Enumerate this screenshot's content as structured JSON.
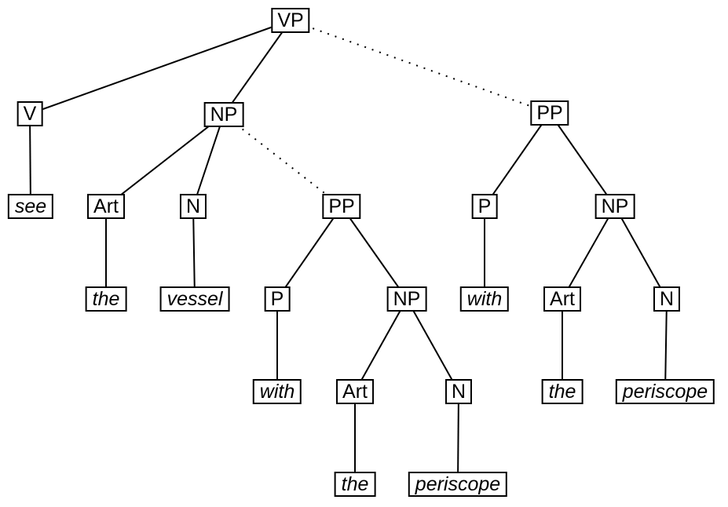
{
  "diagram": {
    "title": "parse-tree",
    "sentence_words": [
      "see",
      "the",
      "vessel",
      "with",
      "the",
      "periscope"
    ],
    "colors": {
      "background": "#ffffff",
      "line": "#000000",
      "box_border": "#000000",
      "text": "#000000"
    },
    "nodes": {
      "vp": {
        "label": "VP"
      },
      "v": {
        "label": "V"
      },
      "np1": {
        "label": "NP"
      },
      "pp2": {
        "label": "PP"
      },
      "see": {
        "label": "see"
      },
      "art1": {
        "label": "Art"
      },
      "n1": {
        "label": "N"
      },
      "pp1": {
        "label": "PP"
      },
      "p2": {
        "label": "P"
      },
      "np3": {
        "label": "NP"
      },
      "the1": {
        "label": "the"
      },
      "vessel": {
        "label": "vessel"
      },
      "p1": {
        "label": "P"
      },
      "np2": {
        "label": "NP"
      },
      "with2": {
        "label": "with"
      },
      "art3": {
        "label": "Art"
      },
      "n3": {
        "label": "N"
      },
      "with1": {
        "label": "with"
      },
      "art2": {
        "label": "Art"
      },
      "n2": {
        "label": "N"
      },
      "the3": {
        "label": "the"
      },
      "periscope2": {
        "label": "periscope"
      },
      "the2": {
        "label": "the"
      },
      "periscope1": {
        "label": "periscope"
      }
    },
    "edges": [
      {
        "from": "vp",
        "to": "v",
        "style": "solid"
      },
      {
        "from": "vp",
        "to": "np1",
        "style": "solid"
      },
      {
        "from": "vp",
        "to": "pp2",
        "style": "dotted"
      },
      {
        "from": "v",
        "to": "see",
        "style": "solid"
      },
      {
        "from": "np1",
        "to": "art1",
        "style": "solid"
      },
      {
        "from": "np1",
        "to": "n1",
        "style": "solid"
      },
      {
        "from": "np1",
        "to": "pp1",
        "style": "dotted"
      },
      {
        "from": "art1",
        "to": "the1",
        "style": "solid"
      },
      {
        "from": "n1",
        "to": "vessel",
        "style": "solid"
      },
      {
        "from": "pp1",
        "to": "p1",
        "style": "solid"
      },
      {
        "from": "pp1",
        "to": "np2",
        "style": "solid"
      },
      {
        "from": "p1",
        "to": "with1",
        "style": "solid"
      },
      {
        "from": "np2",
        "to": "art2",
        "style": "solid"
      },
      {
        "from": "np2",
        "to": "n2",
        "style": "solid"
      },
      {
        "from": "art2",
        "to": "the2",
        "style": "solid"
      },
      {
        "from": "n2",
        "to": "periscope1",
        "style": "solid"
      },
      {
        "from": "pp2",
        "to": "p2",
        "style": "solid"
      },
      {
        "from": "pp2",
        "to": "np3",
        "style": "solid"
      },
      {
        "from": "p2",
        "to": "with2",
        "style": "solid"
      },
      {
        "from": "np3",
        "to": "art3",
        "style": "solid"
      },
      {
        "from": "np3",
        "to": "n3",
        "style": "solid"
      },
      {
        "from": "art3",
        "to": "the3",
        "style": "solid"
      },
      {
        "from": "n3",
        "to": "periscope2",
        "style": "solid"
      }
    ]
  }
}
